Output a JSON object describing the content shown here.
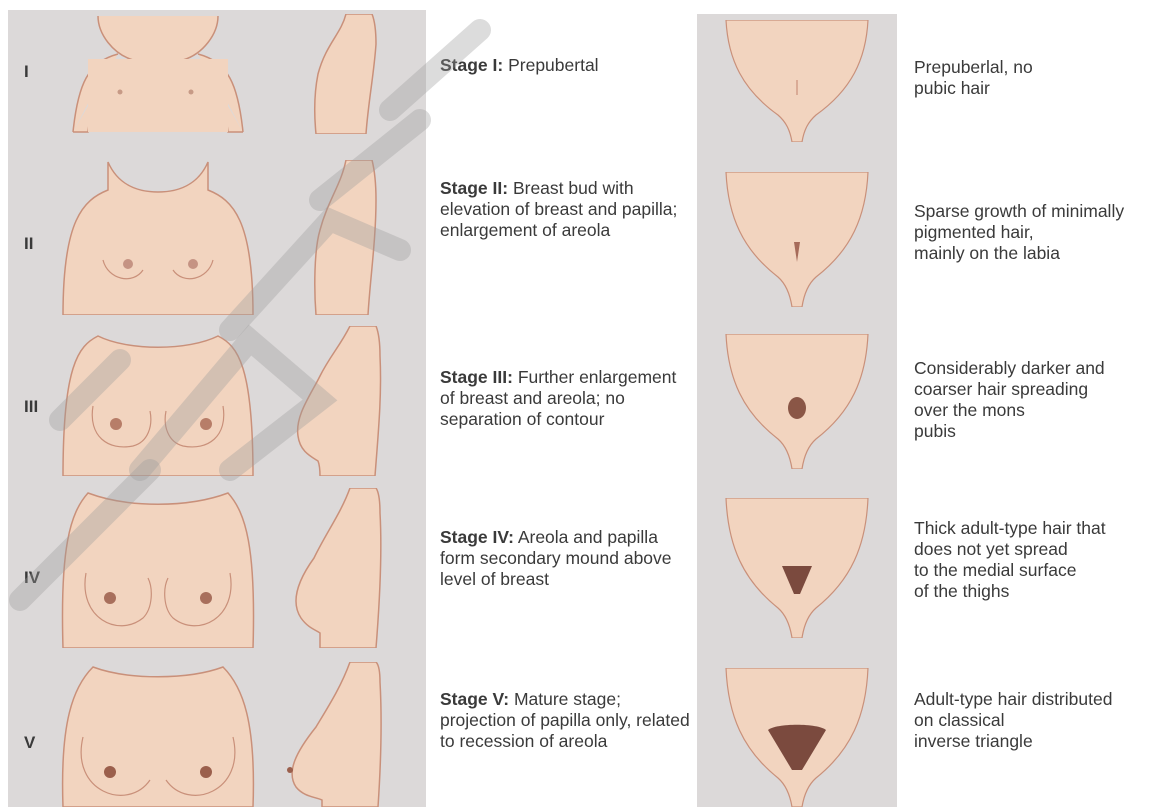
{
  "breast_stages": [
    {
      "numeral": "I",
      "label": "Stage I:",
      "text": "Prepubertal"
    },
    {
      "numeral": "II",
      "label": "Stage II:",
      "text": "Breast bud with elevation of breast and papilla; enlargement of areola"
    },
    {
      "numeral": "III",
      "label": "Stage III:",
      "text": "Further enlargement of breast and areola; no separation of contour"
    },
    {
      "numeral": "IV",
      "label": "Stage IV:",
      "text": "Areola and papilla form secondary mound above level of breast"
    },
    {
      "numeral": "V",
      "label": "Stage V:",
      "text": "Mature stage; projection of papilla only, related to recession of areola"
    }
  ],
  "pubic_stages": [
    {
      "text": "Prepuberlal, no pubic hair"
    },
    {
      "text": "Sparse growth of minimally pigmented hair, mainly on the labia"
    },
    {
      "text": "Considerably darker and coarser hair spreading over the mons pubis"
    },
    {
      "text": "Thick adult-type hair that does not yet spread to the medial surface of the thighs"
    },
    {
      "text": "Adult-type hair distributed on classical inverse triangle"
    }
  ],
  "colors": {
    "panel": "#dcd9d9",
    "skin": "#f2d4bf",
    "skin_outline": "#c9907a",
    "areola": "#b77d68",
    "hair": "#7b4a3e",
    "text": "#3a3a3a"
  }
}
